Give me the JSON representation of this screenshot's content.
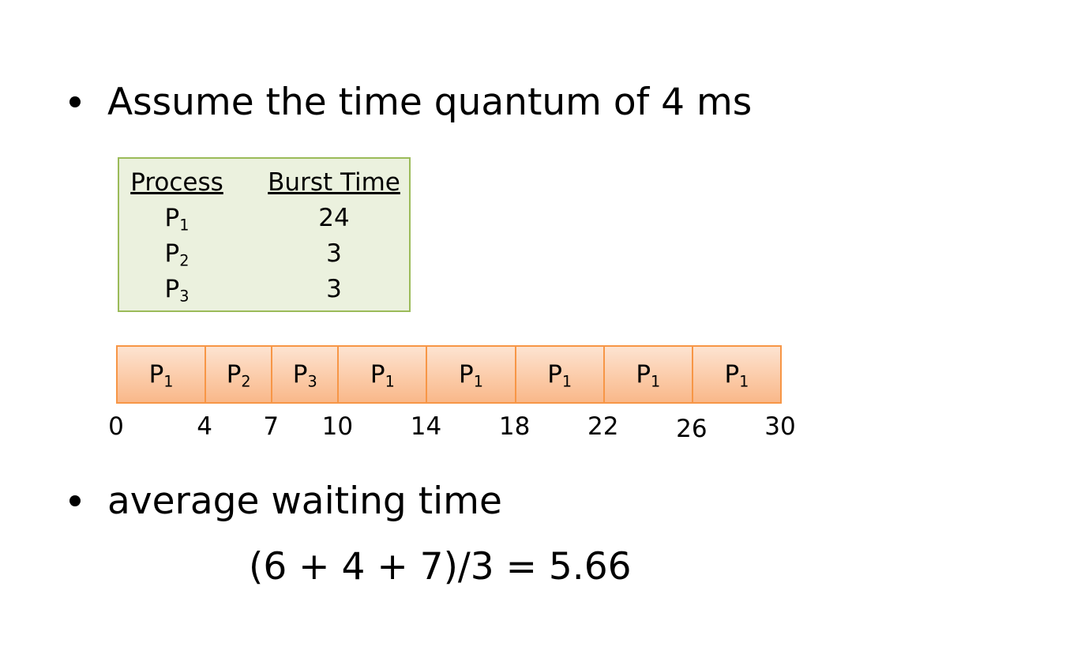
{
  "bullet1": "Assume the time quantum of 4 ms",
  "table": {
    "headers": [
      "Process",
      "Burst Time"
    ],
    "rows": [
      {
        "name": "P",
        "sub": "1",
        "burst": "24"
      },
      {
        "name": "P",
        "sub": "2",
        "burst": "3"
      },
      {
        "name": "P",
        "sub": "3",
        "burst": "3"
      }
    ]
  },
  "gantt": {
    "segments": [
      {
        "name": "P",
        "sub": "1",
        "start": 0,
        "end": 4
      },
      {
        "name": "P",
        "sub": "2",
        "start": 4,
        "end": 7
      },
      {
        "name": "P",
        "sub": "3",
        "start": 7,
        "end": 10
      },
      {
        "name": "P",
        "sub": "1",
        "start": 10,
        "end": 14
      },
      {
        "name": "P",
        "sub": "1",
        "start": 14,
        "end": 18
      },
      {
        "name": "P",
        "sub": "1",
        "start": 18,
        "end": 22
      },
      {
        "name": "P",
        "sub": "1",
        "start": 22,
        "end": 26
      },
      {
        "name": "P",
        "sub": "1",
        "start": 26,
        "end": 30
      }
    ],
    "ticks": [
      "0",
      "4",
      "7",
      "10",
      "14",
      "18",
      "22",
      "26",
      "30"
    ],
    "colors": {
      "fill": "#fbc9a5",
      "border": "#f79646"
    }
  },
  "bullet2": "average waiting time",
  "formula": "(6 + 4 + 7)/3 = 5.66",
  "colors": {
    "table_fill": "#ebf1de",
    "table_border": "#9bbb59"
  }
}
